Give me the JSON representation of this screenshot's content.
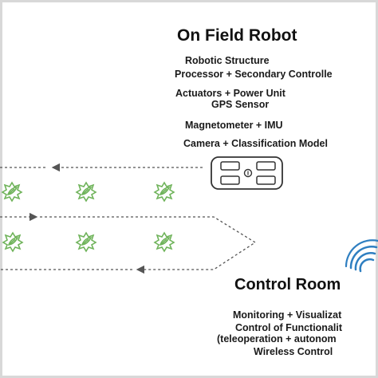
{
  "robot": {
    "title": "On Field Robot",
    "components": [
      "Robotic Structure",
      "Processor + Secondary Controlle",
      "Actuators + Power Unit",
      "GPS Sensor",
      "Magnetometer + IMU",
      "Camera + Classification Model"
    ]
  },
  "control_room": {
    "title": "Control Room",
    "functions": [
      "Monitoring + Visualizat",
      "Control of Functionalit",
      "(teleoperation + autonom",
      "Wireless Control"
    ]
  },
  "colors": {
    "text": "#1a1a1a",
    "arrow": "#555555",
    "plant": "#6fb35a",
    "wifi": "#2f7fc1",
    "robot_box": "#333333"
  },
  "icons": [
    "robot-icon",
    "plant-icon",
    "wifi-signal-icon"
  ]
}
